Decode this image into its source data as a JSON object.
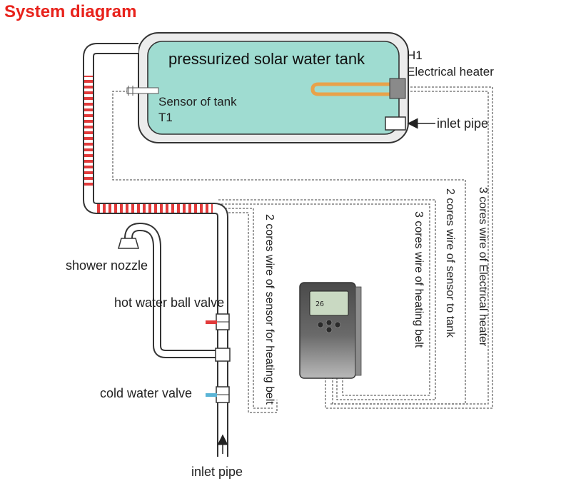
{
  "title": "System diagram",
  "tank": {
    "label": "pressurized  solar water tank",
    "sensor_label": "Sensor of tank",
    "sensor_id": "T1"
  },
  "heater": {
    "id": "H1",
    "label": "Electrical heater"
  },
  "labels": {
    "inlet_pipe_tank": "inlet pipe",
    "inlet_pipe_bottom": "inlet pipe",
    "shower_nozzle": "shower nozzle",
    "hot_valve": "hot water ball valve",
    "cold_valve": "cold water valve"
  },
  "wires": {
    "heating_belt_sensor": "2 cores wire of sensor for heating belt",
    "heating_belt": "3 cores wire of heating belt",
    "tank_sensor": "2 cores wire of sensor to tank",
    "electrical_heater": "3 cores wire of Electrical heater"
  },
  "controller": {
    "display_value": "26"
  },
  "colors": {
    "title": "#e8221b",
    "tank_fill": "#9fdcd1",
    "insulation": "#ececec",
    "heating_belt": "#e23b3b",
    "hot_valve_handle": "#e23b3b",
    "cold_valve_handle": "#5ab4d6",
    "heater_element": "#e8a24a",
    "controller_body": "#5a5a5a",
    "lcd": "#c9d9c2"
  }
}
